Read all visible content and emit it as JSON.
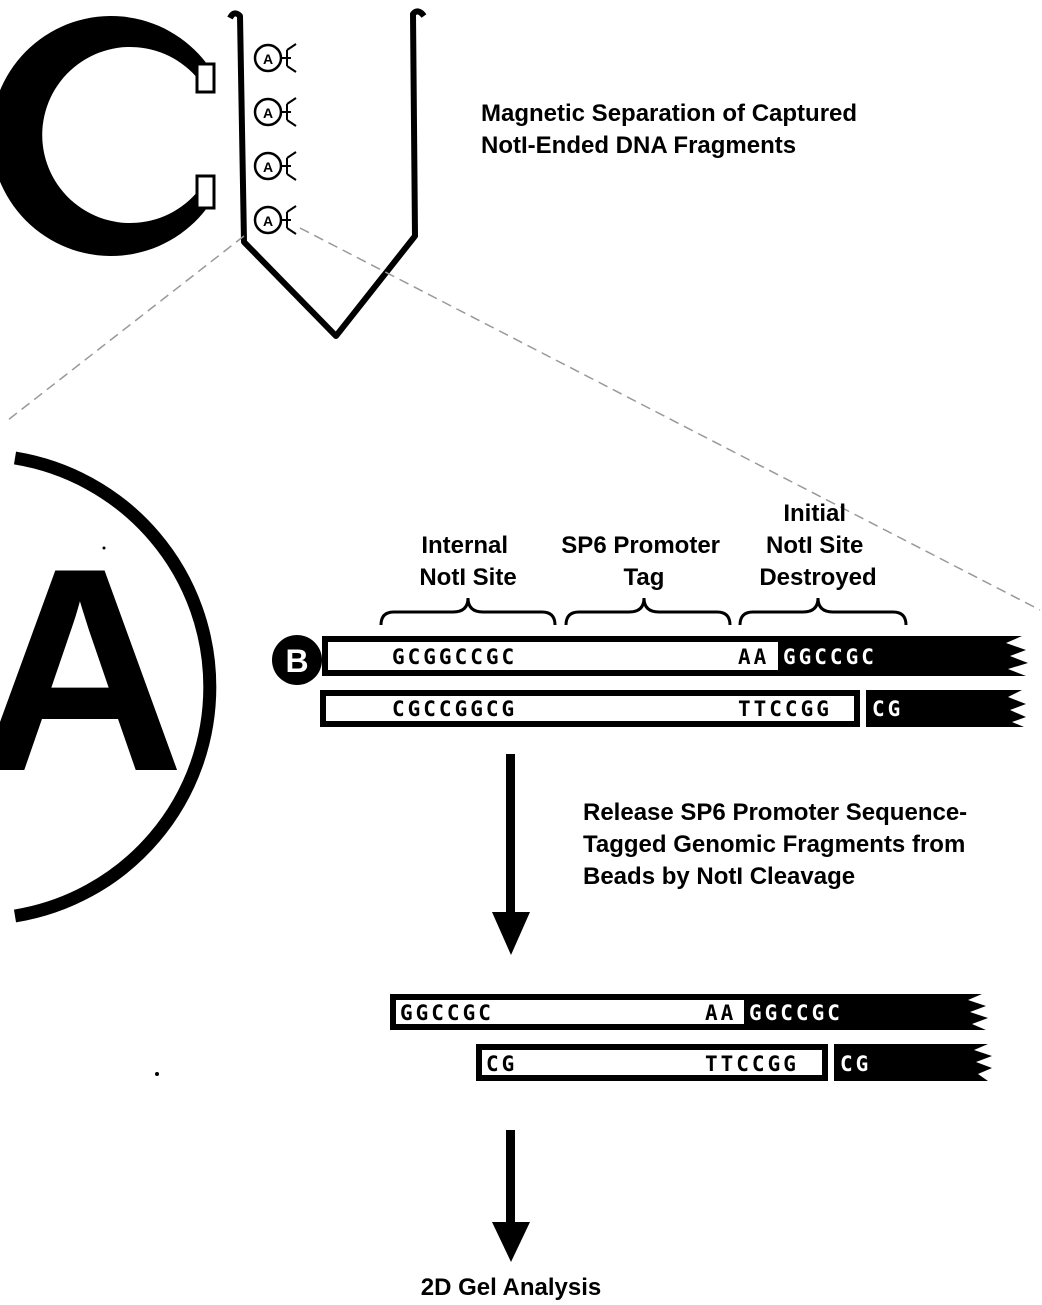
{
  "caption_top": {
    "line1": "Magnetic Separation of Captured",
    "line2": "NotI-Ended DNA Fragments"
  },
  "bead_small_label": "A",
  "bead_large_label": "A",
  "biotin_label": "B",
  "brackets": {
    "internal": {
      "line1": "Internal",
      "line2": "NotI Site"
    },
    "promoter": {
      "line1": "SP6 Promoter",
      "line2": "Tag"
    },
    "initial": {
      "line1": "Initial",
      "line2": "NotI Site",
      "line3": "Destroyed"
    }
  },
  "strands_bound": {
    "top_left": "GCGGCCGC",
    "top_mid": "AA",
    "top_right": "GGCCGC",
    "bottom_left": "CGCCGGCG",
    "bottom_mid": "TTCCGG",
    "bottom_right": "CG"
  },
  "caption_release": {
    "line1": "Release SP6 Promoter Sequence-",
    "line2": "Tagged Genomic Fragments from",
    "line3": "Beads by NotI Cleavage"
  },
  "strands_released": {
    "top_left": "GGCCGC",
    "top_mid": "AA",
    "top_right": "GGCCGC",
    "bottom_left": "CG",
    "bottom_mid": "TTCCGG",
    "bottom_right": "CG"
  },
  "caption_bottom": "2D Gel Analysis",
  "colors": {
    "ink": "#000000",
    "paper": "#ffffff",
    "guide": "#999999"
  }
}
